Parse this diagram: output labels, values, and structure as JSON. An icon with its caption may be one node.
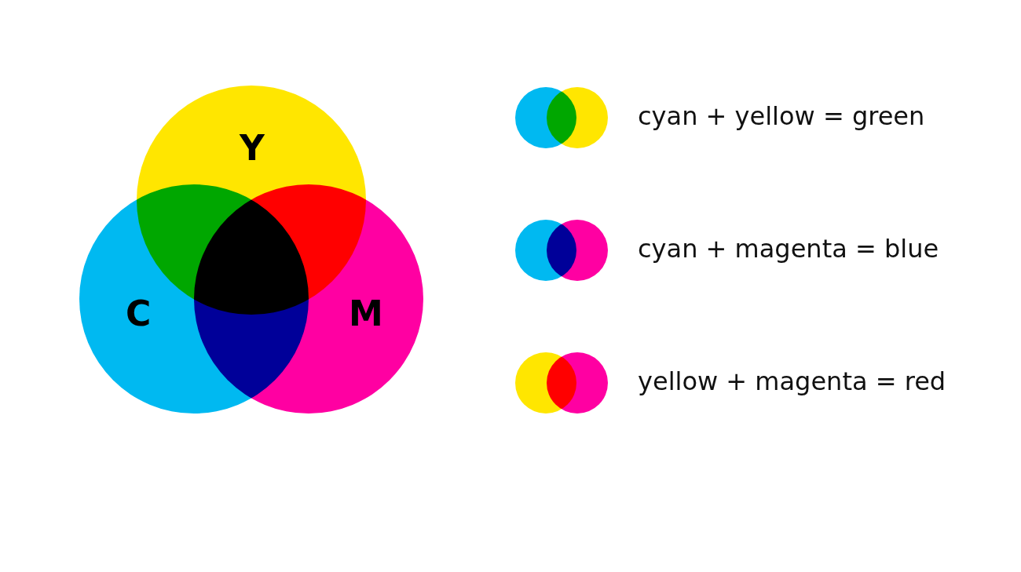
{
  "diagram": {
    "nodes": [
      {
        "text": [
          "Y"
        ]
      },
      {
        "text": [
          "C"
        ]
      },
      {
        "text": [
          "M"
        ]
      }
    ],
    "labels": [
      "cyan + yellow = green",
      "cyan + magenta = blue",
      "yellow + magenta = red"
    ]
  }
}
